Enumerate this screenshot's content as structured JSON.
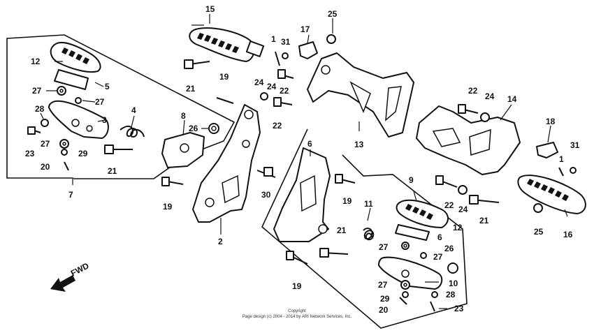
{
  "callouts": [
    "1",
    "2",
    "3",
    "4",
    "5",
    "6",
    "7",
    "8",
    "9",
    "10",
    "11",
    "12",
    "13",
    "14",
    "15",
    "16",
    "17",
    "18",
    "19",
    "20",
    "21",
    "22",
    "23",
    "24",
    "25",
    "26",
    "27",
    "28",
    "29",
    "30",
    "31"
  ],
  "direction_label": "FWD",
  "copyright": {
    "line1": "Copyright",
    "line2": "Page design (c) 2004 - 2014 by ARI Network Services, Inc."
  }
}
